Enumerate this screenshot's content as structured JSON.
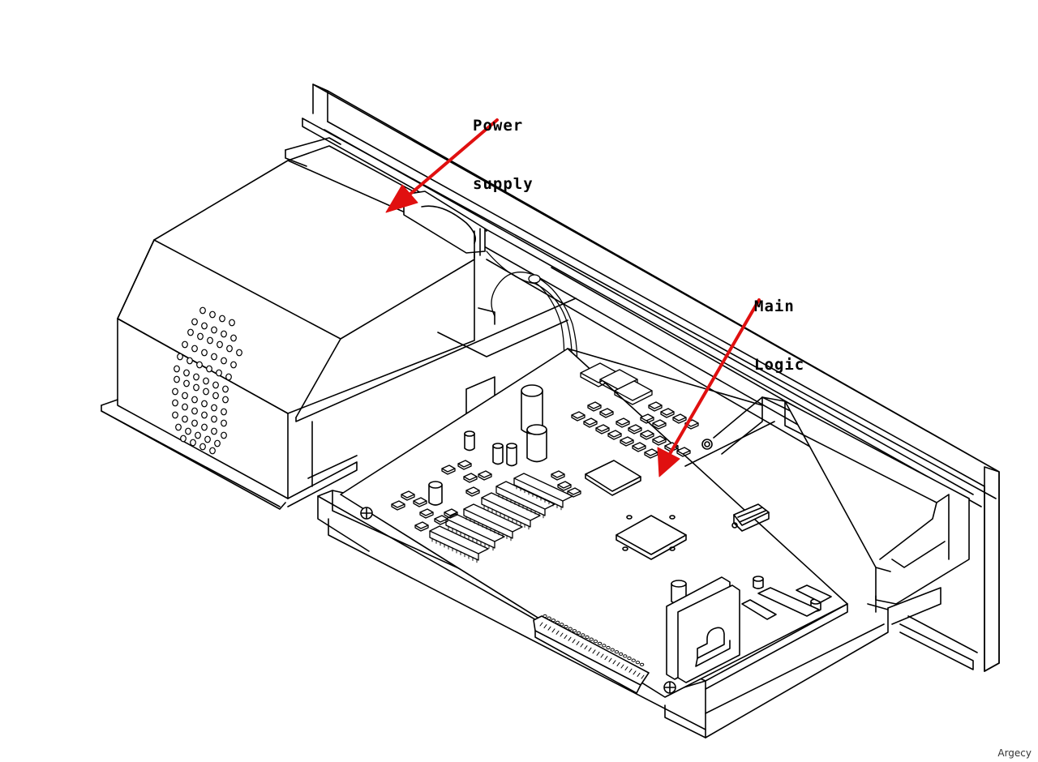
{
  "labels": {
    "power_line1": "Power",
    "power_line2": "supply",
    "logic_line1": "Main",
    "logic_line2": "Logic"
  },
  "watermark": "Argecy",
  "colors": {
    "arrow": "#e01010",
    "line": "#000000",
    "background": "#ffffff"
  }
}
